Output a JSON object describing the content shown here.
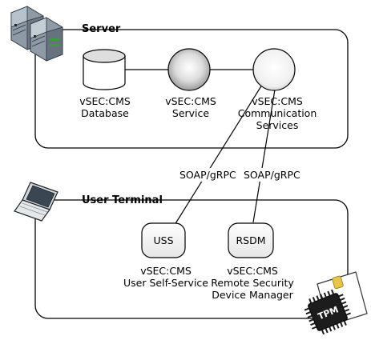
{
  "server": {
    "title": "Server",
    "database": {
      "line1": "vSEC:CMS",
      "line2": "Database"
    },
    "service": {
      "line1": "vSEC:CMS",
      "line2": "Service"
    },
    "comm": {
      "line1": "vSEC:CMS",
      "line2": "Communication",
      "line3": "Services"
    }
  },
  "terminal": {
    "title": "User Terminal",
    "uss": {
      "abbr": "USS",
      "line1": "vSEC:CMS",
      "line2": "User Self-Service"
    },
    "rsdm": {
      "abbr": "RSDM",
      "line1": "vSEC:CMS",
      "line2": "Remote Security",
      "line3": "Device Manager"
    }
  },
  "connections": {
    "left": "SOAP/gRPC",
    "right": "SOAP/gRPC"
  },
  "tpm_chip": {
    "text": "TPM"
  },
  "icons": [
    "server-rack-icon",
    "laptop-icon",
    "smart-card-icon",
    "tpm-chip-icon",
    "database-cylinder-icon"
  ]
}
